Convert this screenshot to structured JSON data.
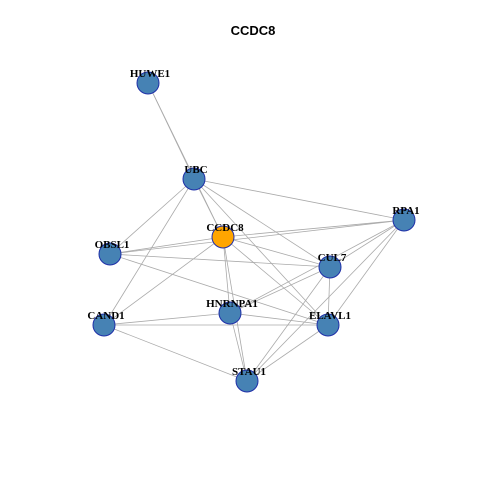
{
  "title": "CCDC8",
  "colors": {
    "node": "#4682b4",
    "focus_node": "#ffa500",
    "node_border": "#1f2fa8",
    "edge": "#aaaaaa"
  },
  "nodes": [
    {
      "id": "HUWE1",
      "label": "HUWE1",
      "focus": false
    },
    {
      "id": "UBC",
      "label": "UBC",
      "focus": false
    },
    {
      "id": "CCDC8",
      "label": "CCDC8",
      "focus": true
    },
    {
      "id": "RPA1",
      "label": "RPA1",
      "focus": false
    },
    {
      "id": "OBSL1",
      "label": "OBSL1",
      "focus": false
    },
    {
      "id": "CUL7",
      "label": "CUL7",
      "focus": false
    },
    {
      "id": "HNRNPA1",
      "label": "HNRNPA1",
      "focus": false
    },
    {
      "id": "CAND1",
      "label": "CAND1",
      "focus": false
    },
    {
      "id": "ELAVL1",
      "label": "ELAVL1",
      "focus": false
    },
    {
      "id": "STAU1",
      "label": "STAU1",
      "focus": false
    }
  ],
  "edges": [
    [
      "HUWE1",
      "UBC"
    ],
    [
      "HUWE1",
      "CCDC8"
    ],
    [
      "UBC",
      "CCDC8"
    ],
    [
      "UBC",
      "RPA1"
    ],
    [
      "UBC",
      "OBSL1"
    ],
    [
      "UBC",
      "CAND1"
    ],
    [
      "UBC",
      "CUL7"
    ],
    [
      "UBC",
      "ELAVL1"
    ],
    [
      "CCDC8",
      "OBSL1"
    ],
    [
      "CCDC8",
      "RPA1"
    ],
    [
      "CCDC8",
      "CUL7"
    ],
    [
      "CCDC8",
      "HNRNPA1"
    ],
    [
      "CCDC8",
      "ELAVL1"
    ],
    [
      "CCDC8",
      "STAU1"
    ],
    [
      "CCDC8",
      "CAND1"
    ],
    [
      "OBSL1",
      "RPA1"
    ],
    [
      "OBSL1",
      "CUL7"
    ],
    [
      "OBSL1",
      "ELAVL1"
    ],
    [
      "RPA1",
      "CUL7"
    ],
    [
      "RPA1",
      "HNRNPA1"
    ],
    [
      "RPA1",
      "ELAVL1"
    ],
    [
      "RPA1",
      "STAU1"
    ],
    [
      "CUL7",
      "HNRNPA1"
    ],
    [
      "CUL7",
      "ELAVL1"
    ],
    [
      "CUL7",
      "STAU1"
    ],
    [
      "HNRNPA1",
      "CAND1"
    ],
    [
      "HNRNPA1",
      "ELAVL1"
    ],
    [
      "HNRNPA1",
      "STAU1"
    ],
    [
      "CAND1",
      "ELAVL1"
    ],
    [
      "CAND1",
      "STAU1"
    ],
    [
      "ELAVL1",
      "STAU1"
    ]
  ]
}
